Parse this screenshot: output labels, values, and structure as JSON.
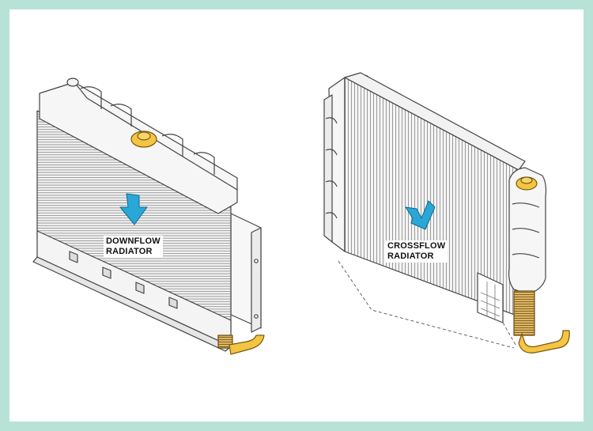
{
  "diagrams": [
    {
      "label_line1": "DOWNFLOW",
      "label_line2": "RADIATOR",
      "arrow_color": "#2aa7d8",
      "cap_color": "#f4c542",
      "core_color": "#c79a3c"
    },
    {
      "label_line1": "CROSSFLOW",
      "label_line2": "RADIATOR",
      "arrow_color": "#2aa7d8",
      "cap_color": "#f4c542",
      "core_color": "#c79a3c"
    }
  ]
}
